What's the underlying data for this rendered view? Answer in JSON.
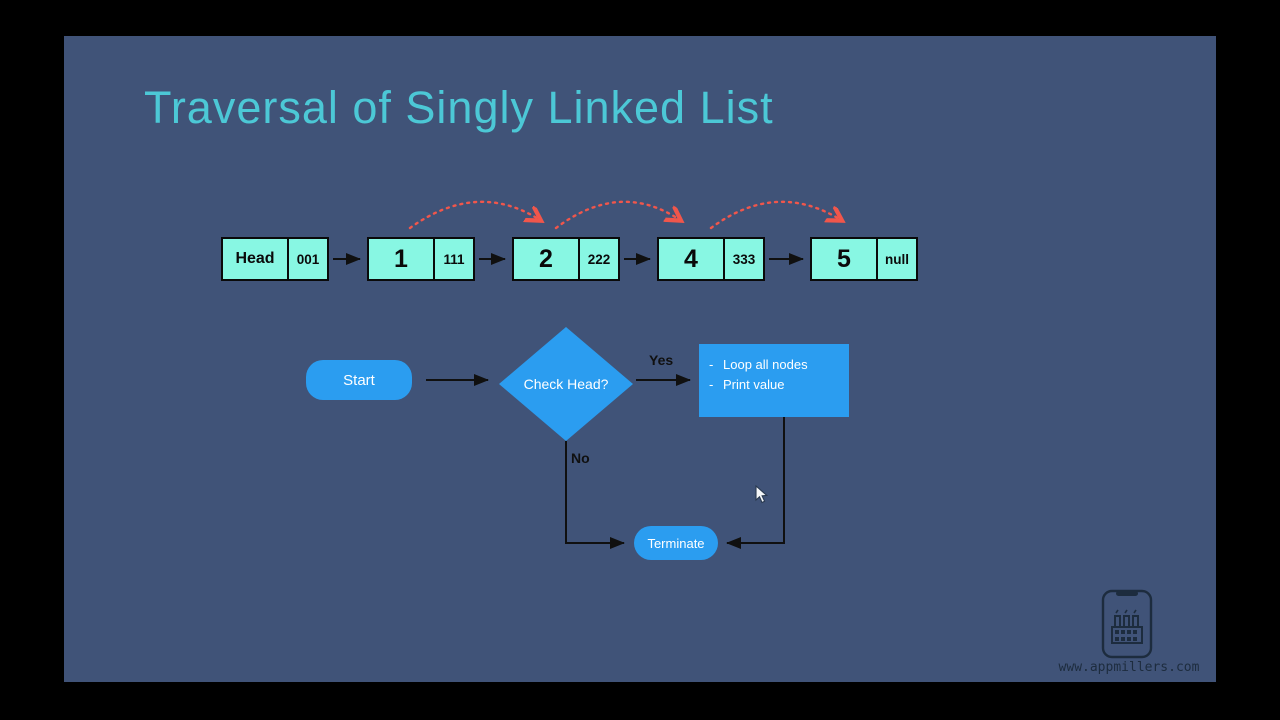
{
  "slide": {
    "title": "Traversal of Singly Linked List"
  },
  "linked_list": {
    "nodes": [
      {
        "value": "Head",
        "pointer": "001"
      },
      {
        "value": "1",
        "pointer": "111"
      },
      {
        "value": "2",
        "pointer": "222"
      },
      {
        "value": "4",
        "pointer": "333"
      },
      {
        "value": "5",
        "pointer": "null"
      }
    ]
  },
  "flowchart": {
    "start_label": "Start",
    "decision_label": "Check Head?",
    "yes_label": "Yes",
    "no_label": "No",
    "process": {
      "bullet": "-",
      "lines": [
        "Loop all nodes",
        "Print value"
      ]
    },
    "terminate_label": "Terminate"
  },
  "watermark": {
    "url_text": "www.appmillers.com"
  },
  "colors": {
    "background": "#000000",
    "slide_bg": "#405378",
    "title": "#4cc8d6",
    "node_fill": "#88f7e3",
    "node_border": "#0a0a0a",
    "flow_blue": "#2b9df0",
    "arc_red": "#f1564b",
    "line_black": "#101010",
    "watermark": "#1d2c3e"
  }
}
